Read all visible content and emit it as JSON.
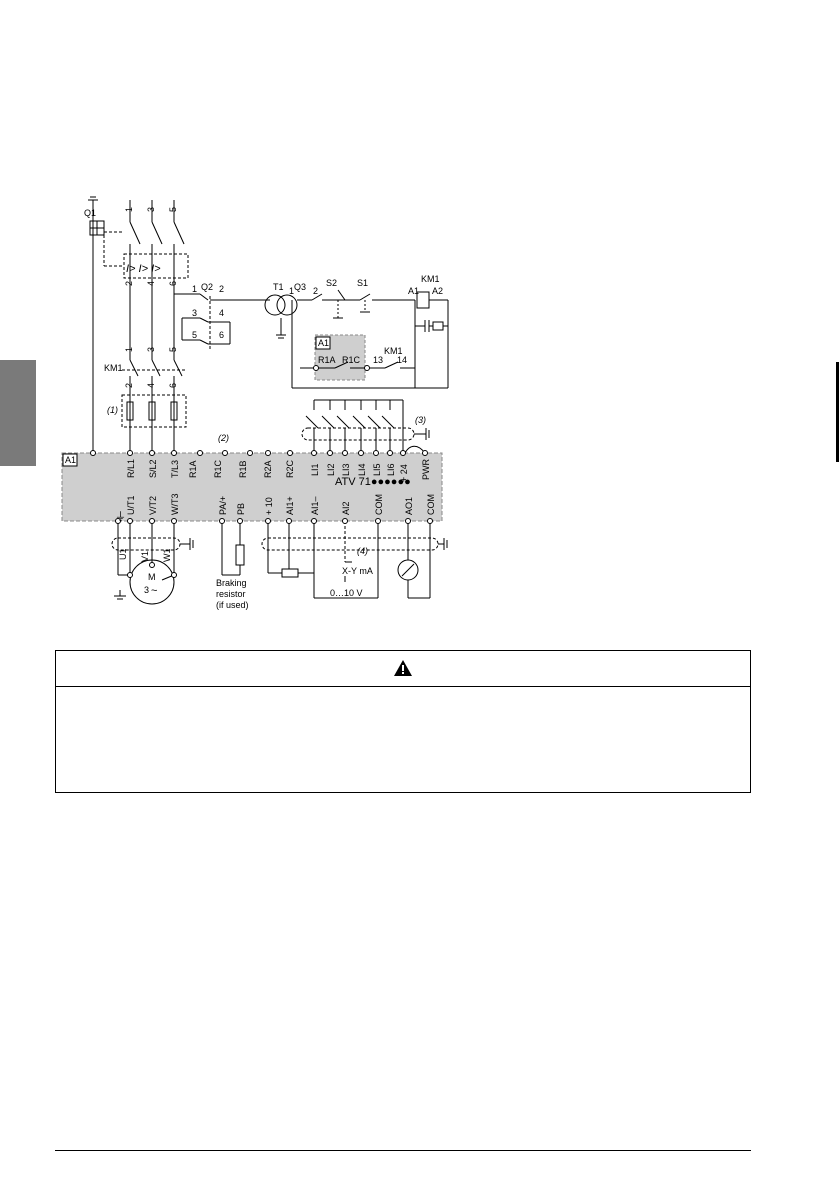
{
  "diagram": {
    "labels": {
      "q1": "Q1",
      "top_phase_1": "1",
      "top_phase_3": "3",
      "top_phase_5": "5",
      "breaker_2": "2",
      "breaker_4": "4",
      "breaker_6": "6",
      "q2": "Q2",
      "q2_1": "1",
      "q2_2": "2",
      "q2_3": "3",
      "q2_4": "4",
      "q2_5": "5",
      "q2_6": "6",
      "t1": "T1",
      "q3": "Q3",
      "q3_1": "1",
      "q3_2": "2",
      "s2": "S2",
      "s1": "S1",
      "km1_coil": "KM1",
      "coil_a1": "A1",
      "coil_a2": "A2",
      "relay_a1": "A1",
      "r1a_relay": "R1A",
      "r1c_relay": "R1C",
      "km1_aux": "KM1",
      "aux_13": "13",
      "aux_14": "14",
      "km1_main": "KM1",
      "km_1": "1",
      "km_3": "3",
      "km_5": "5",
      "km_2": "2",
      "km_4": "4",
      "km_6": "6",
      "note_1": "(1)",
      "note_2": "(2)",
      "note_3": "(3)",
      "note_4": "(4)",
      "drive_a1": "A1",
      "drive_model": "ATV 71●●●●●●",
      "motor_m": "M",
      "motor_3": "3",
      "motor_u1": "U1",
      "motor_v1": "V1",
      "motor_w1": "W1",
      "braking_1": "Braking",
      "braking_2": "resistor",
      "braking_3": "(if used)",
      "xy_ma": "X-Y mA",
      "range_v": "0…10 V"
    },
    "top_terminals": [
      "R/L1",
      "S/L2",
      "T/L3",
      "R1A",
      "R1C",
      "R1B",
      "R2A",
      "R2C",
      "LI1",
      "LI2",
      "LI3",
      "LI4",
      "LI5",
      "LI6",
      "+ 24",
      "PWR"
    ],
    "bottom_terminals": [
      "U/T1",
      "V/T2",
      "W/T3",
      "PA/+",
      "PB",
      "+ 10",
      "AI1+",
      "AI1–",
      "AI2",
      "COM",
      "AO1",
      "COM"
    ]
  },
  "warning": {
    "icon": "warning-triangle-icon"
  }
}
